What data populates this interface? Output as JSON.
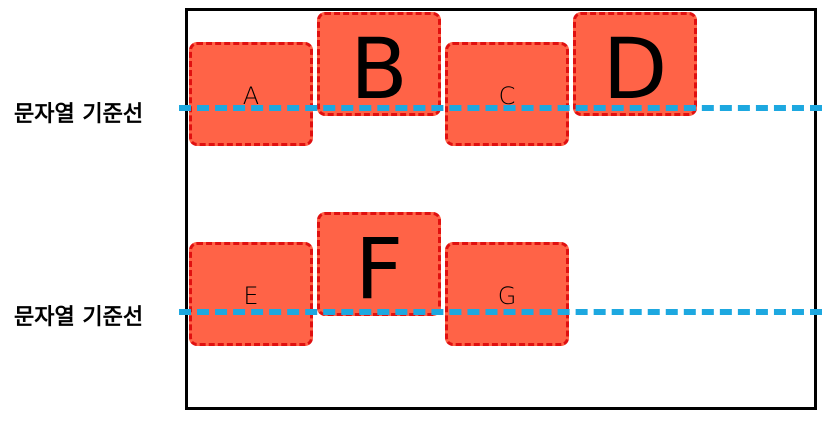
{
  "diagram": {
    "baseline_label": "문자열 기준선",
    "rows": [
      {
        "items": [
          {
            "label": "A",
            "size": "small"
          },
          {
            "label": "B",
            "size": "large"
          },
          {
            "label": "C",
            "size": "small"
          },
          {
            "label": "D",
            "size": "large"
          }
        ]
      },
      {
        "items": [
          {
            "label": "E",
            "size": "small"
          },
          {
            "label": "F",
            "size": "large"
          },
          {
            "label": "G",
            "size": "small"
          }
        ]
      }
    ]
  },
  "colors": {
    "item_fill": "#ff6347",
    "item_border": "#e01010",
    "baseline": "#1da8e0",
    "container_border": "#000000"
  }
}
